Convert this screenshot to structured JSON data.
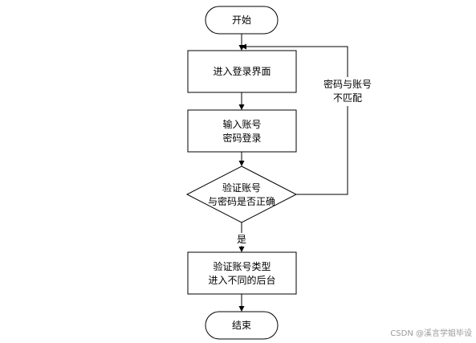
{
  "nodes": {
    "start": "开始",
    "enter_login": "进入登录界面",
    "input_line1": "输入账号",
    "input_line2": "密码登录",
    "verify_line1": "验证账号",
    "verify_line2": "与密码是否正确",
    "type_line1": "验证账号类型",
    "type_line2": "进入不同的后台",
    "end": "结束"
  },
  "edges": {
    "mismatch_line1": "密码与账号",
    "mismatch_line2": "不匹配",
    "yes": "是"
  },
  "watermark": "CSDN @溪言学姐毕设"
}
